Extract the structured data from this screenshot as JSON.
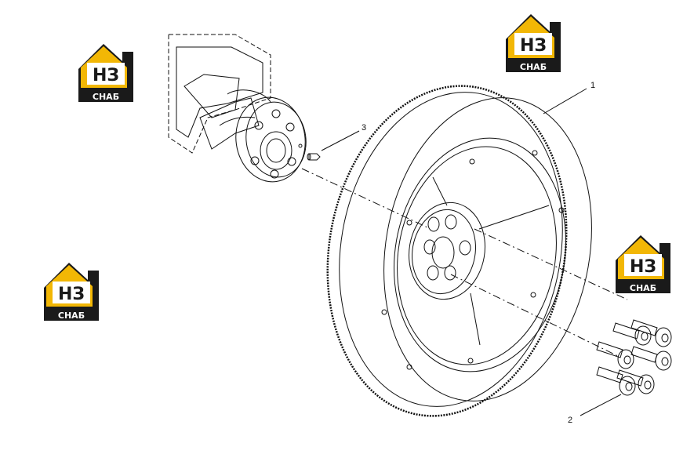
{
  "callouts": [
    {
      "id": "1",
      "label": "1"
    },
    {
      "id": "2",
      "label": "2"
    },
    {
      "id": "3",
      "label": "3"
    }
  ],
  "logo": {
    "mark": "НЗ",
    "caption": "СНАБ",
    "color_primary": "#f2b705",
    "color_dark": "#1a1a1a"
  },
  "colors": {
    "line": "#111111",
    "background": "#ffffff"
  }
}
